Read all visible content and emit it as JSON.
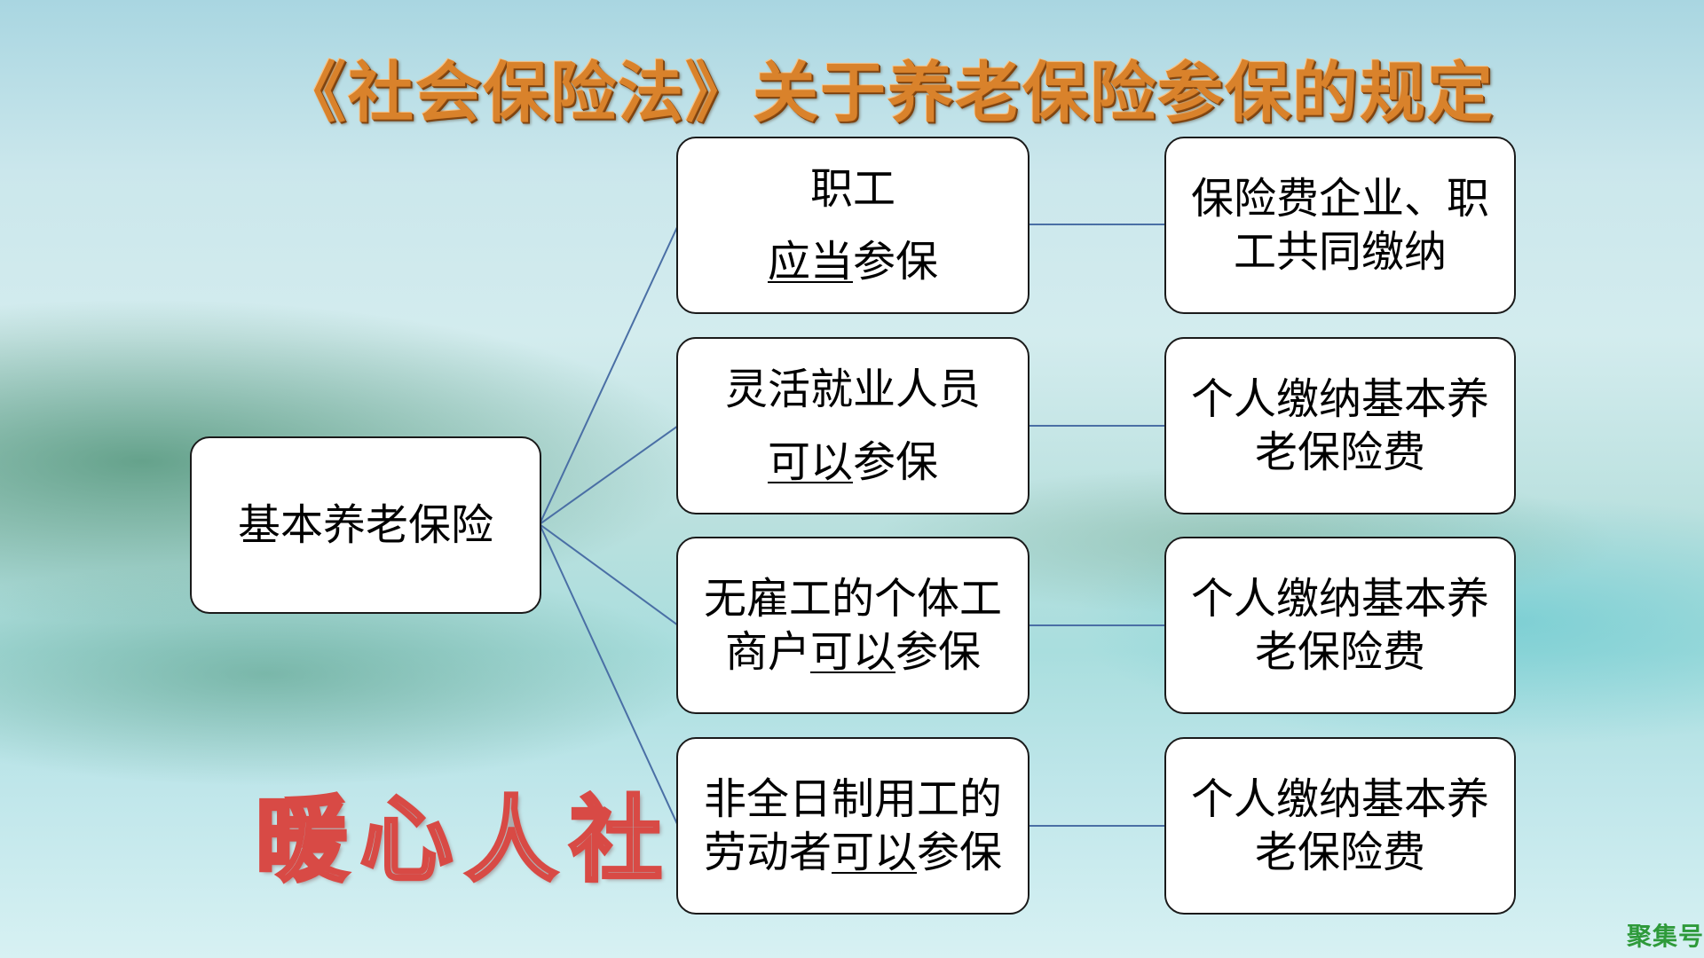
{
  "slide": {
    "title": "《社会保险法》关于养老保险参保的规定",
    "watermark": "暖心人社",
    "corner_logo": "聚集号"
  },
  "colors": {
    "title_orange": "#d9822b",
    "connector_blue": "#4a6fa5",
    "watermark_red": "#d84a45",
    "logo_green": "#2e9a3a",
    "box_border": "#1a1a1a"
  },
  "root": {
    "label": "基本养老保险"
  },
  "branches": [
    {
      "who": {
        "line1": [
          {
            "t": "职工",
            "u": false
          }
        ],
        "line2": [
          {
            "t": "应当",
            "u": true
          },
          {
            "t": "参保",
            "u": false
          }
        ]
      },
      "payment": {
        "line1": "保险费企业、职",
        "line2": "工共同缴纳"
      }
    },
    {
      "who": {
        "line1": [
          {
            "t": "灵活就业人员",
            "u": false
          }
        ],
        "line2": [
          {
            "t": "可以",
            "u": true
          },
          {
            "t": "参保",
            "u": false
          }
        ]
      },
      "payment": {
        "line1": "个人缴纳基本养",
        "line2": "老保险费"
      }
    },
    {
      "who": {
        "line1": [
          {
            "t": "无雇工的个体工",
            "u": false
          }
        ],
        "line2": [
          {
            "t": "商户",
            "u": false
          },
          {
            "t": "可以",
            "u": true
          },
          {
            "t": "参保",
            "u": false
          }
        ]
      },
      "payment": {
        "line1": "个人缴纳基本养",
        "line2": "老保险费"
      }
    },
    {
      "who": {
        "line1": [
          {
            "t": "非全日制用工的",
            "u": false
          }
        ],
        "line2": [
          {
            "t": "劳动者",
            "u": false
          },
          {
            "t": "可以",
            "u": true
          },
          {
            "t": "参保",
            "u": false
          }
        ]
      },
      "payment": {
        "line1": "个人缴纳基本养",
        "line2": "老保险费"
      }
    }
  ]
}
